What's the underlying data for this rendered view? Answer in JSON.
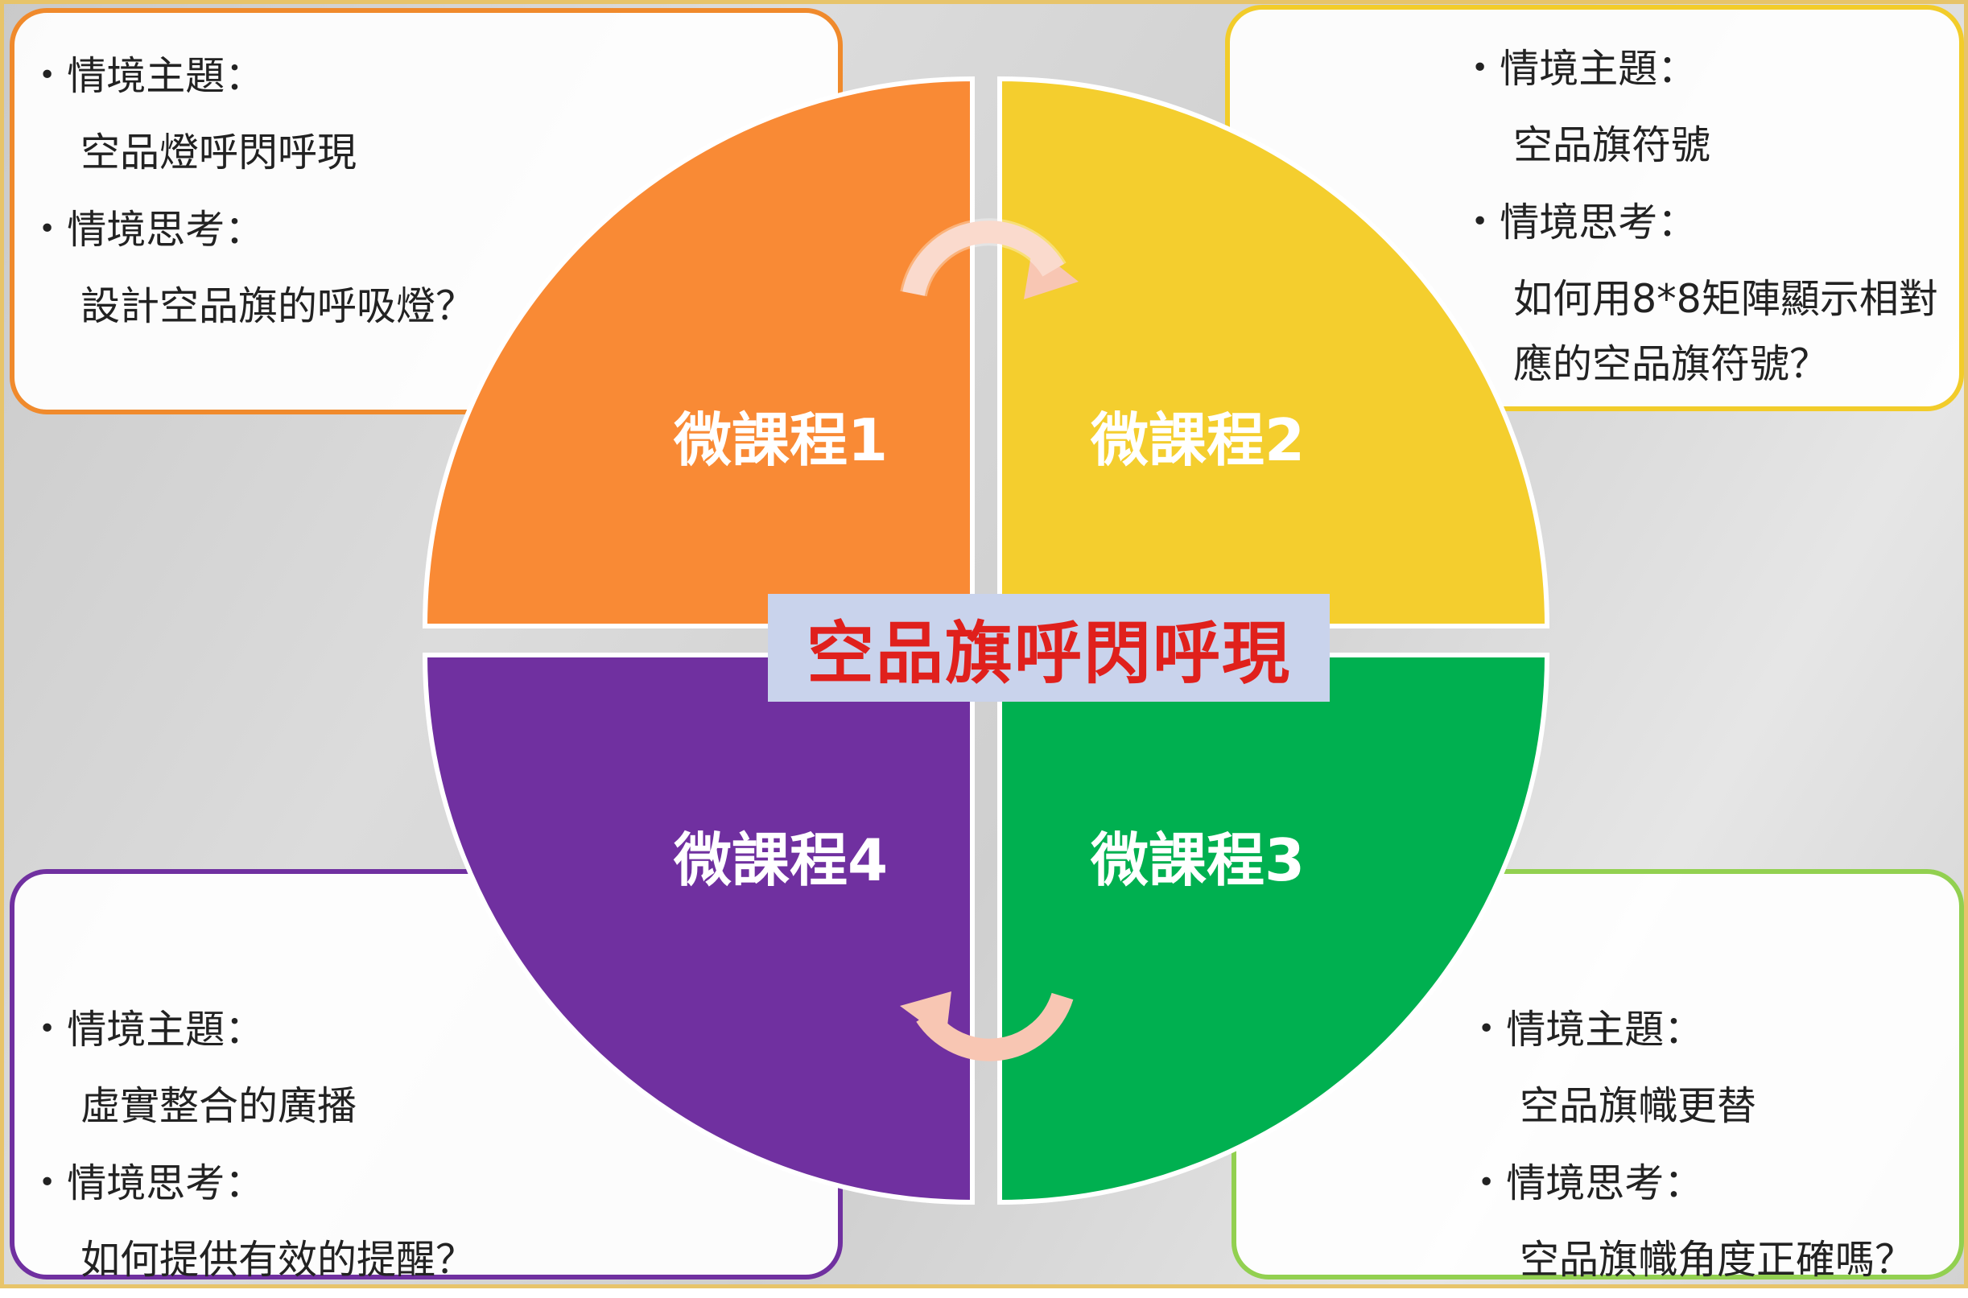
{
  "diagram": {
    "center_title": "空品旗呼閃呼現",
    "quadrants": [
      {
        "id": 1,
        "label": "微課程1",
        "color": "#f98a35"
      },
      {
        "id": 2,
        "label": "微課程2",
        "color": "#f4ce2e"
      },
      {
        "id": 3,
        "label": "微課程3",
        "color": "#00b050"
      },
      {
        "id": 4,
        "label": "微課程4",
        "color": "#7030a0"
      }
    ],
    "cards": {
      "c1": {
        "topic_label": "情境主題：",
        "topic": "空品燈呼閃呼現",
        "question_label": "情境思考：",
        "question": "設計空品旗的呼吸燈？"
      },
      "c2": {
        "topic_label": "情境主題：",
        "topic": "空品旗符號",
        "question_label": "情境思考：",
        "question_line1": "如何用8*8矩陣顯示相對",
        "question_line2": "應的空品旗符號？"
      },
      "c3": {
        "topic_label": "情境主題：",
        "topic": "空品旗幟更替",
        "question_label": "情境思考：",
        "question": "空品旗幟角度正確嗎？"
      },
      "c4": {
        "topic_label": "情境主題：",
        "topic": "虛實整合的廣播",
        "question_label": "情境思考：",
        "question": "如何提供有效的提醒？"
      }
    },
    "arrow_color": "#f8c6b3"
  }
}
